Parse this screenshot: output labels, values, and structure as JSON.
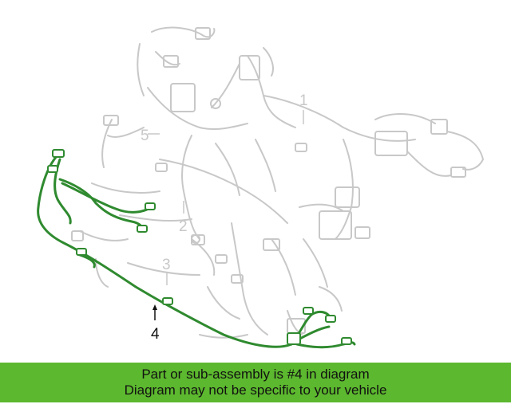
{
  "diagram": {
    "callouts": [
      "1",
      "2",
      "3",
      "4",
      "5"
    ],
    "highlighted_part": "4"
  },
  "banner": {
    "line1": "Part or sub-assembly is #4 in diagram",
    "line2": "Diagram may not be specific to your vehicle"
  },
  "colors": {
    "highlight": "#2f8a2f",
    "ghost": "#c8c8c8",
    "banner_bg": "#5cb82e"
  }
}
